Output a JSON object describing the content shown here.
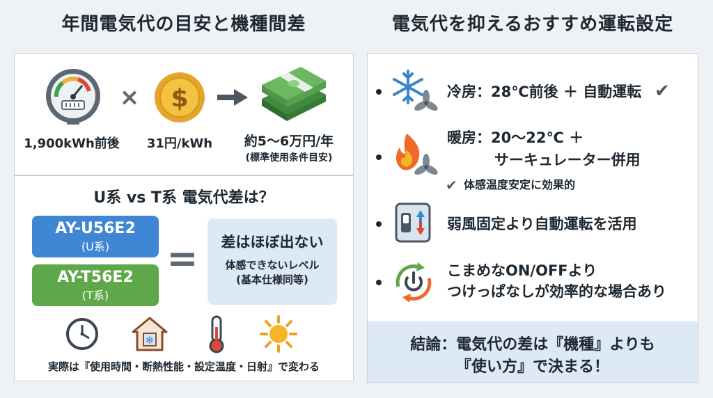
{
  "left": {
    "title": "年間電気代の目安と機種間差",
    "calc": {
      "usage_label": "1,900kWh前後",
      "times_symbol": "×",
      "unit_price_label": "31円/kWh",
      "result_label": "約5～6万円/年",
      "result_note": "(標準使用条件目安)",
      "meter_icon": "electric-meter-icon",
      "coin_icon": "dollar-coin-icon",
      "arrow_icon": "right-arrow-icon",
      "money_icon": "money-stack-icon"
    },
    "compare": {
      "heading": "U系 vs T系 電気代差は？",
      "model_u_name": "AY-U56E2",
      "model_u_series": "(U系)",
      "model_t_name": "AY-T56E2",
      "model_t_series": "(T系)",
      "equals_symbol": "=",
      "verdict_main": "差はほぼ出ない",
      "verdict_sub": "体感できないレベル",
      "verdict_note": "(基本仕様同等)",
      "model_u_color": "#3f86d4",
      "model_t_color": "#5fa84a"
    },
    "factors": {
      "icons": [
        "clock-icon",
        "insulated-house-icon",
        "thermometer-icon",
        "sun-icon"
      ],
      "caption": "実際は『使用時間・断熱性能・設定温度・日射』で変わる"
    }
  },
  "right": {
    "title": "電気代を抑えるおすすめ運転設定",
    "tips": [
      {
        "icon": "snowflake-fan-icon",
        "line1": "冷房：28℃前後 ＋ 自動運転",
        "check": "✔"
      },
      {
        "icon": "flame-fan-icon",
        "line1": "暖房：20～22℃ ＋",
        "line2": "サーキュレーター併用",
        "sub": "体感温度安定に効果的",
        "sub_check": "✔"
      },
      {
        "icon": "mode-switch-icon",
        "line1": "弱風固定より自動運転を活用"
      },
      {
        "icon": "power-cycle-icon",
        "line1": "こまめなON/OFFより",
        "line2": "つけっぱなしが効率的な場合あり"
      }
    ],
    "conclusion_line1": "結論：電気代の差は『機種』よりも",
    "conclusion_line2": "『使い方』で決まる！"
  }
}
